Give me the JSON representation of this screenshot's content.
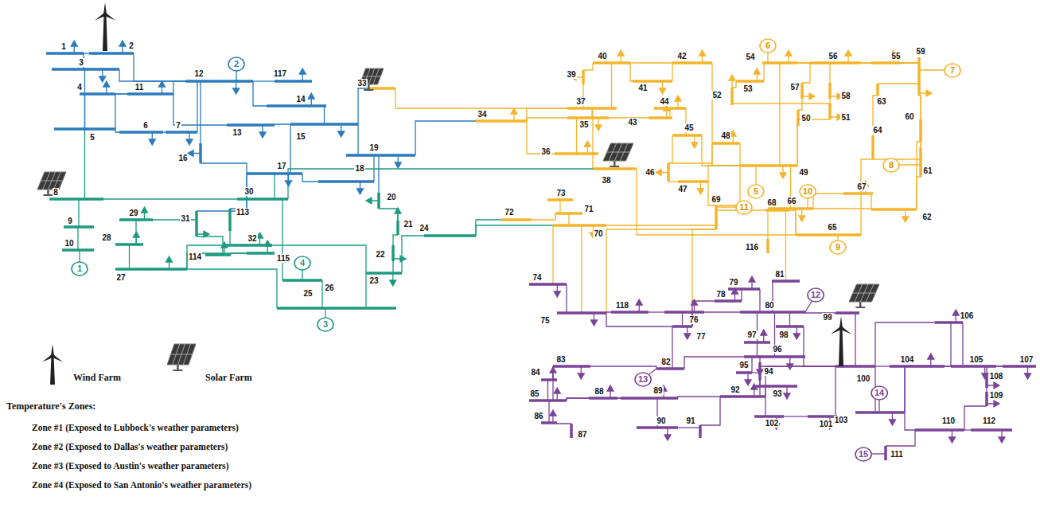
{
  "diagram": {
    "nodes": [
      {
        "text": [
          "1"
        ]
      },
      {
        "text": [
          "2"
        ]
      },
      {
        "text": [
          "3"
        ]
      },
      {
        "text": [
          "4"
        ]
      },
      {
        "text": [
          "5"
        ]
      },
      {
        "text": [
          "6"
        ]
      },
      {
        "text": [
          "7"
        ]
      },
      {
        "text": [
          "8"
        ]
      },
      {
        "text": [
          "9"
        ]
      },
      {
        "text": [
          "10"
        ]
      },
      {
        "text": [
          "11"
        ]
      },
      {
        "text": [
          "12"
        ]
      },
      {
        "text": [
          "13"
        ]
      },
      {
        "text": [
          "14"
        ]
      },
      {
        "text": [
          "15"
        ]
      }
    ],
    "labels": [
      "1",
      "2",
      "3",
      "4",
      "5",
      "6",
      "7",
      "8",
      "9",
      "10",
      "11",
      "12",
      "13",
      "14",
      "15",
      "16",
      "17",
      "18",
      "19",
      "20",
      "21",
      "22",
      "23",
      "24",
      "25",
      "26",
      "27",
      "28",
      "29",
      "30",
      "31",
      "32",
      "33",
      "34",
      "35",
      "36",
      "37",
      "38",
      "39",
      "40",
      "41",
      "42",
      "43",
      "44",
      "45",
      "46",
      "47",
      "48",
      "49",
      "50",
      "51",
      "52",
      "53",
      "54",
      "55",
      "56",
      "57",
      "58",
      "59",
      "60",
      "61",
      "62",
      "63",
      "64",
      "65",
      "66",
      "67",
      "68",
      "69",
      "70",
      "71",
      "72",
      "73",
      "74",
      "75",
      "76",
      "77",
      "78",
      "79",
      "80",
      "81",
      "82",
      "83",
      "84",
      "85",
      "86",
      "87",
      "88",
      "89",
      "90",
      "91",
      "92",
      "93",
      "94",
      "95",
      "96",
      "97",
      "98",
      "99",
      "100",
      "101",
      "102",
      "103",
      "104",
      "105",
      "106",
      "107",
      "108",
      "109",
      "110",
      "111",
      "112",
      "113",
      "114",
      "115",
      "116",
      "117",
      "118",
      "Temperature's Zones:",
      "Zone #1 (Exposed to Lubbock's weather parameters)",
      "Zone #2 (Exposed to Dallas's weather parameters)",
      "Zone #3 (Exposed to Austin's weather parameters)",
      "Zone #4 (Exposed to San Antonio's weather parameters)"
    ],
    "legend": [
      {
        "text": "Wind Farm"
      },
      {
        "text": "Solar Farm"
      }
    ]
  }
}
